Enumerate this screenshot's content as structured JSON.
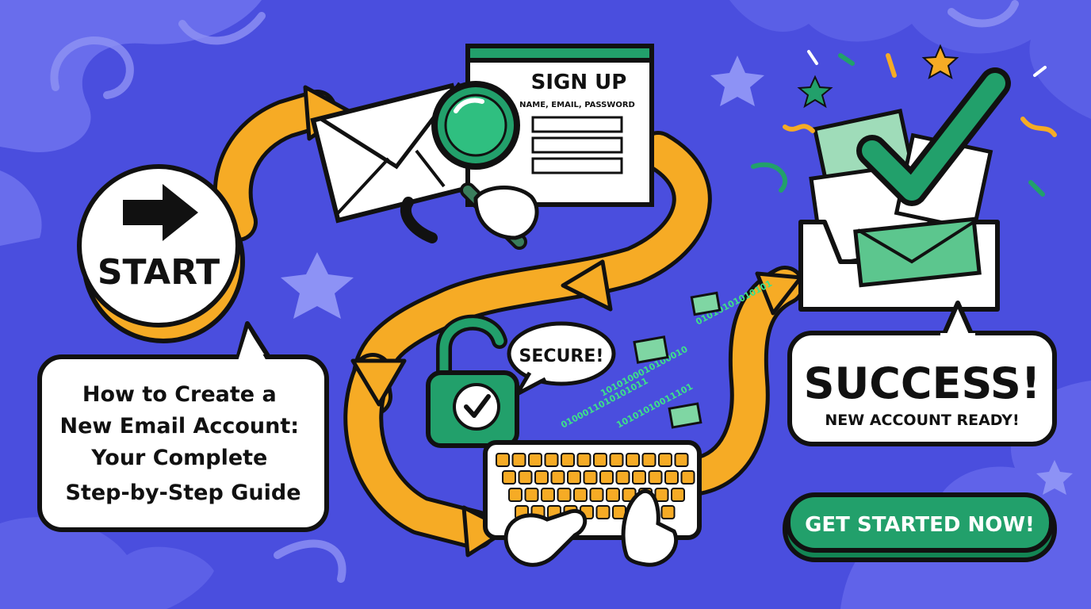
{
  "start": {
    "label": "START"
  },
  "title": {
    "lines": [
      "How to Create a",
      "New Email Account:",
      "Your Complete",
      "Step-by-Step Guide"
    ]
  },
  "signup": {
    "title": "SIGN UP",
    "fields_caption": "NAME, EMAIL, PASSWORD"
  },
  "secure": {
    "label": "SECURE!"
  },
  "binary": {
    "rows": [
      "01010101010101",
      "1010100010100010",
      "0100011010101011",
      "10101010011101"
    ]
  },
  "success": {
    "headline": "SUCCESS!",
    "subline": "NEW ACCOUNT READY!"
  },
  "cta": {
    "label": "GET STARTED NOW!"
  },
  "colors": {
    "background": "#4a4ede",
    "arrow": "#f6ab25",
    "accent_green": "#22a06b",
    "ink": "#111111",
    "paper": "#ffffff"
  },
  "icons": [
    "arrow-right-icon",
    "envelope-icon",
    "magnifier-icon",
    "padlock-icon",
    "keyboard-icon",
    "inbox-tray-icon",
    "checkmark-icon",
    "star-icon"
  ]
}
